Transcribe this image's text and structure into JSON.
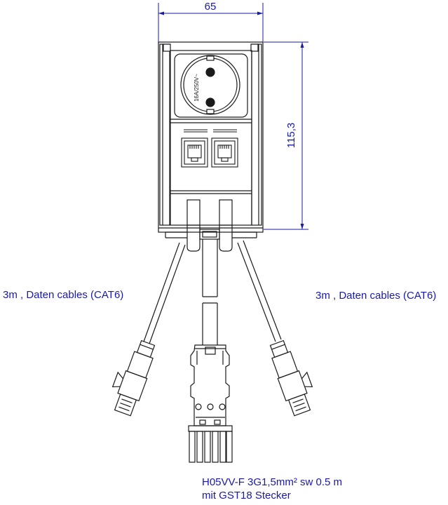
{
  "dimensions": {
    "width_label": "65",
    "height_label": "115,3",
    "color": "#1a1aa6"
  },
  "socket": {
    "marking": "16A/250V~"
  },
  "labels": {
    "left_cable": "3m , Daten cables (CAT6)",
    "right_cable": "3m , Daten cables (CAT6)",
    "power_cable_line1": "H05VV-F 3G1,5mm² sw 0.5 m",
    "power_cable_line2": "mit GST18 Stecker"
  },
  "colors": {
    "line": "#1a1a1a",
    "annotation": "#1a1aa6",
    "background": "#ffffff"
  }
}
